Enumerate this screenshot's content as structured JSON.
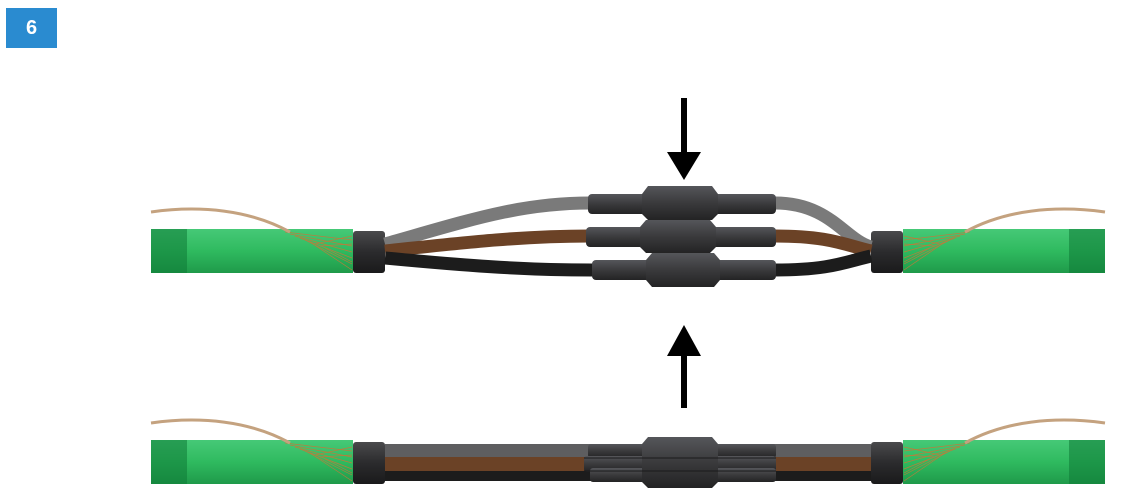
{
  "step": {
    "number": "6",
    "badge_color": "#2a8bd0"
  },
  "diagram": {
    "stages": [
      "separated-cores-sleeves-open",
      "cores-joined-sleeves-shrunk"
    ],
    "colors": {
      "cable_jacket": "#2fba5f",
      "cable_jacket_dark": "#0f7a36",
      "core_grey": "#7a7a7a",
      "core_brown": "#6b4226",
      "core_black": "#1c1c1c",
      "sleeve": "#3a3a3c",
      "screen_wire": "#c4a27f",
      "arrow": "#000000"
    },
    "icons": [
      "arrow-down-icon",
      "arrow-up-icon"
    ]
  }
}
